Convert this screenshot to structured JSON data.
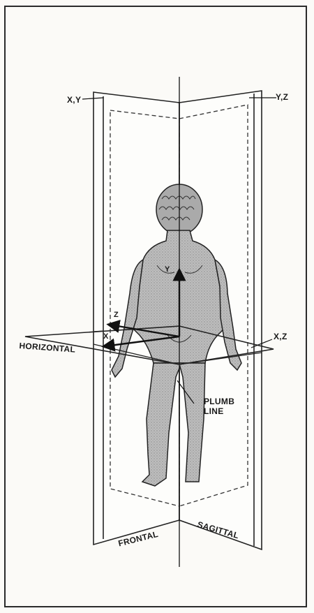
{
  "labels": {
    "xy": "X,Y",
    "yz": "Y,Z",
    "xz": "X,Z",
    "horizontal": "HORIZONTAL",
    "frontal": "FRONTAL",
    "sagittal": "SAGITTAL",
    "plumb_line": "PLUMB\nLINE",
    "axis_x": "X",
    "axis_y": "Y",
    "axis_z": "Z"
  }
}
